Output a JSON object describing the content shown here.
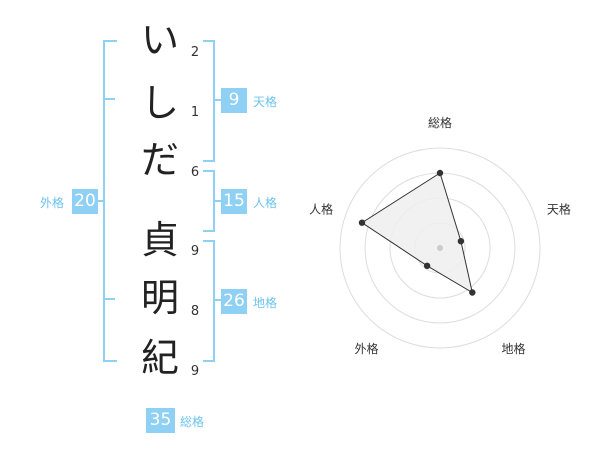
{
  "name": {
    "surname": [
      {
        "char": "い",
        "strokes": "2"
      },
      {
        "char": "し",
        "strokes": "1"
      },
      {
        "char": "だ",
        "strokes": "6"
      }
    ],
    "given": [
      {
        "char": "貞",
        "strokes": "9"
      },
      {
        "char": "明",
        "strokes": "8"
      },
      {
        "char": "紀",
        "strokes": "9"
      }
    ]
  },
  "kaku": {
    "ten": {
      "value": "9",
      "label": "天格"
    },
    "jin": {
      "value": "15",
      "label": "人格"
    },
    "chi": {
      "value": "26",
      "label": "地格"
    },
    "gai": {
      "value": "20",
      "label": "外格"
    },
    "sou": {
      "value": "35",
      "label": "総格"
    }
  },
  "chart_data": {
    "type": "radar",
    "axes": [
      "総格",
      "天格",
      "地格",
      "外格",
      "人格"
    ],
    "values": [
      0.75,
      0.22,
      0.55,
      0.22,
      0.82
    ],
    "rings": 4,
    "grid": true
  },
  "colors": {
    "accent": "#8fd0f5",
    "accent_text": "#6ec3ee",
    "radar_fill": "#eeeeee",
    "radar_ring": "#dddddd",
    "radar_stroke": "#333333"
  }
}
